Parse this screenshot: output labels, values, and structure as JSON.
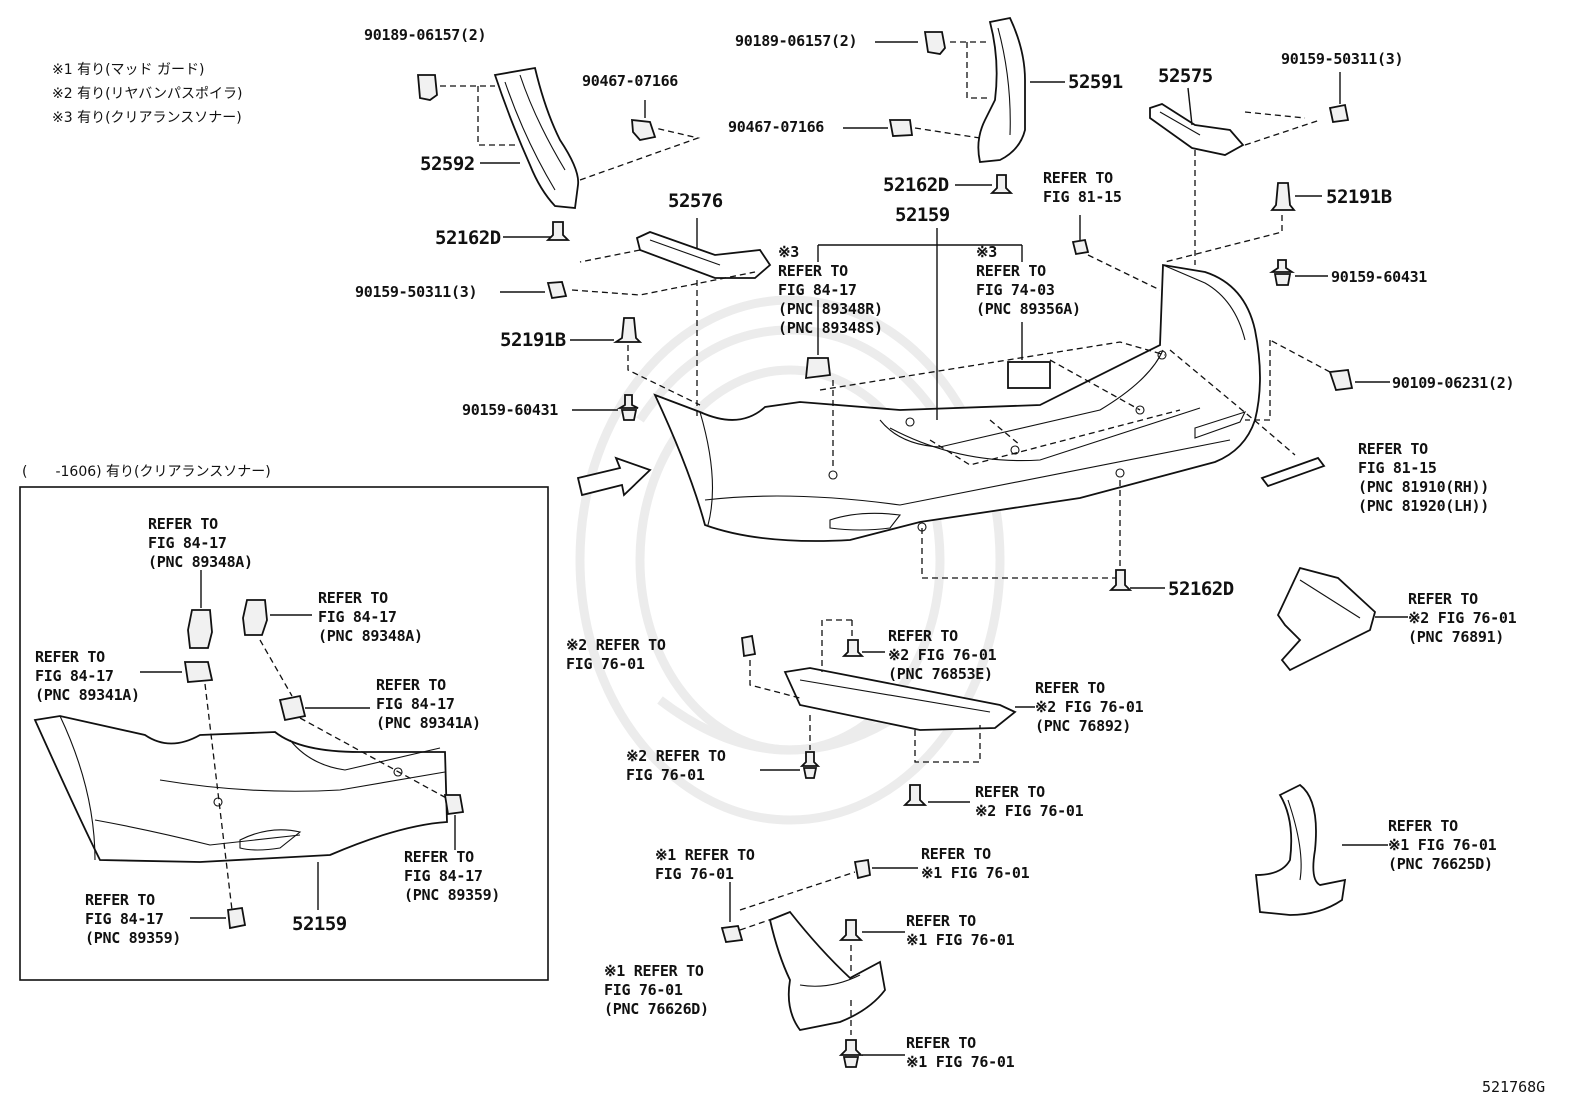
{
  "notes": [
    "※1 有り(マッド ガード)",
    "※2 有り(リヤバンパスポイラ)",
    "※3 有り(クリアランスソナー)"
  ],
  "inset_title": "(　　-1606) 有り(クリアランスソナー)",
  "figure_id": "521768G",
  "labels": {
    "l_90189_left": "90189-06157(2)",
    "l_90467_left": "90467-07166",
    "l_52592": "52592",
    "l_52162d_top_left": "52162D",
    "l_52576": "52576",
    "l_90159_50311_left": "90159-50311(3)",
    "l_52191b_left": "52191B",
    "l_90159_60431_left": "90159-60431",
    "l_90189_mid": "90189-06157(2)",
    "l_52591": "52591",
    "l_90467_mid": "90467-07166",
    "l_52162d_mid": "52162D",
    "l_52159_top": "52159",
    "l_ref_84_17_sonar": "※3\nREFER TO\nFIG 84-17\n(PNC 89348R)\n(PNC 89348S)",
    "l_ref_74_03": "※3\nREFER TO\nFIG 74-03\n(PNC 89356A)",
    "l_ref_81_15_top": "REFER TO\nFIG 81-15",
    "l_52575": "52575",
    "l_90159_50311_right": "90159-50311(3)",
    "l_52191b_right": "52191B",
    "l_90159_60431_right": "90159-60431",
    "l_90109": "90109-06231(2)",
    "l_ref_81_15_reflector": "REFER TO\nFIG 81-15\n(PNC 81910(RH))\n(PNC 81920(LH))",
    "l_52162d_bottom": "52162D",
    "l_ref_76891": "REFER TO\n※2 FIG 76-01\n(PNC 76891)",
    "l_ref_clip_left": "※2 REFER TO\nFIG 76-01",
    "l_ref_76853e": "REFER TO\n※2 FIG 76-01\n(PNC 76853E)",
    "l_ref_76892": "REFER TO\n※2 FIG 76-01\n(PNC 76892)",
    "l_ref_screw_spoiler": "※2 REFER TO\nFIG 76-01",
    "l_ref_clip_spoiler_bottom": "REFER TO\n※2 FIG 76-01",
    "l_ref_mud_clip_left": "※1 REFER TO\nFIG 76-01",
    "l_ref_mud_clip_right": "REFER TO\n※1 FIG 76-01",
    "l_ref_mud_clip_mid": "REFER TO\n※1 FIG 76-01",
    "l_ref_76626d": "※1 REFER TO\nFIG 76-01\n(PNC 76626D)",
    "l_ref_mud_screw": "REFER TO\n※1 FIG 76-01",
    "l_ref_76625d": "REFER TO\n※1 FIG 76-01\n(PNC 76625D)",
    "i_ref_89348a_top": "REFER TO\nFIG 84-17\n(PNC 89348A)",
    "i_ref_89348a_right": "REFER TO\nFIG 84-17\n(PNC 89348A)",
    "i_ref_89341a_left": "REFER TO\nFIG 84-17\n(PNC 89341A)",
    "i_ref_89341a_right": "REFER TO\nFIG 84-17\n(PNC 89341A)",
    "i_ref_89359_right": "REFER TO\nFIG 84-17\n(PNC 89359)",
    "i_ref_89359_left": "REFER TO\nFIG 84-17\n(PNC 89359)",
    "i_52159": "52159"
  }
}
